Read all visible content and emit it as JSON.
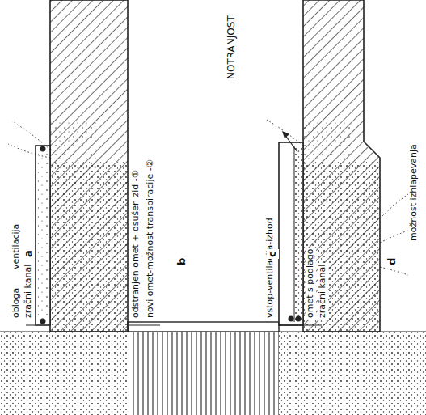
{
  "diagram": {
    "labels": [
      "NOTRANJOST",
      "obloga",
      "ventilacija",
      "zračni kanal",
      "a",
      "odstranjen omet + osušen zid -①",
      "novi omet-možnost transpiracije -②",
      "b",
      "vstop-ventilacija-izhod",
      "omet s podlago",
      "zračni kanal",
      "c",
      "d",
      "možnost izhlapevanja"
    ]
  }
}
